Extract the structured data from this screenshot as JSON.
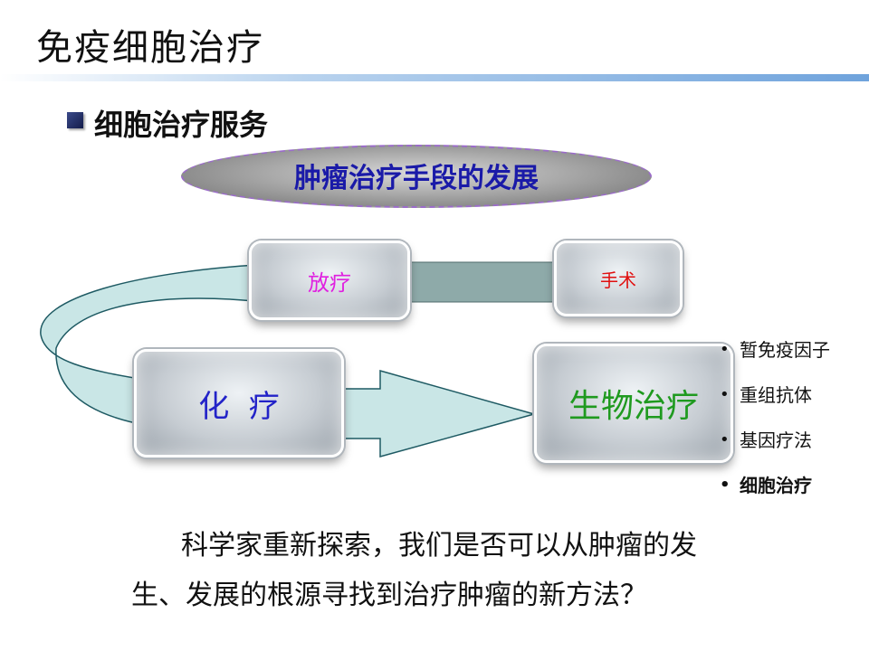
{
  "slide": {
    "title": "免疫细胞治疗",
    "heading": "细胞治疗服务"
  },
  "diagram": {
    "ellipse_label": "肿瘤治疗手段的发展",
    "boxes": {
      "radiotherapy": "放疗",
      "surgery": "手术",
      "chemotherapy": "化  疗",
      "biotherapy": "生物治疗"
    },
    "colors": {
      "radiotherapy": "#e020e0",
      "surgery": "#e01010",
      "chemotherapy": "#2323c8",
      "biotherapy": "#1f9a1f",
      "arrow_fill": "#c9e6e6",
      "ellipse_text": "#1a1aa8"
    }
  },
  "biotherapy_list": [
    {
      "bullet": "•",
      "text": "暂免疫因子",
      "bold": false
    },
    {
      "bullet": "•",
      "text": "重组抗体",
      "bold": false
    },
    {
      "bullet": "•",
      "text": "基因疗法",
      "bold": false
    },
    {
      "bullet": "•",
      "text": "细胞治疗",
      "bold": true
    }
  ],
  "paragraph": {
    "line1": "科学家重新探索，我们是否可以从肿瘤的发",
    "line2": "生、发展的根源寻找到治疗肿瘤的新方法？"
  }
}
